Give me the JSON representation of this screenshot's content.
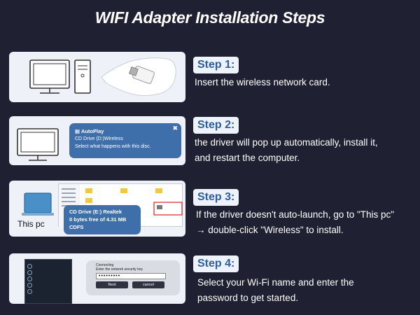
{
  "title": "WIFI Adapter Installation Steps",
  "steps": [
    {
      "label": "Step 1:",
      "text": "Insert the wireless network card."
    },
    {
      "label": "Step 2:",
      "text_line1": "the driver will pop up automatically, install it,",
      "text_line2": "and restart the computer."
    },
    {
      "label": "Step 3:",
      "text_line1": "If the driver doesn't auto-launch, go to \"This pc\"",
      "text_line2": "→ double-click \"Wireless\" to install."
    },
    {
      "label": "Step 4:",
      "text_line1": "Select your Wi-Fi name and enter the",
      "text_line2": "password to get started."
    }
  ],
  "popup2": {
    "title": "AutoPlay",
    "line1": "CD Drive (D:)Wireless",
    "line2": "Select what happens with this disc.",
    "close": "✖"
  },
  "popup3": {
    "line1": "CD Drive (E:) Realtek",
    "line2": "0 bytes free of 4.31 MB",
    "line3": "CDFS"
  },
  "thispc": "This pc",
  "dialog4": {
    "line1": "Connecting",
    "line2": "Enter the network security key",
    "password": "•••••••••",
    "next": "Next",
    "cancel": "cancel"
  },
  "colors": {
    "background": "#1f2032",
    "card": "#eef1f8",
    "step_label": "#2d5f9c",
    "popup": "#3f6fab"
  }
}
